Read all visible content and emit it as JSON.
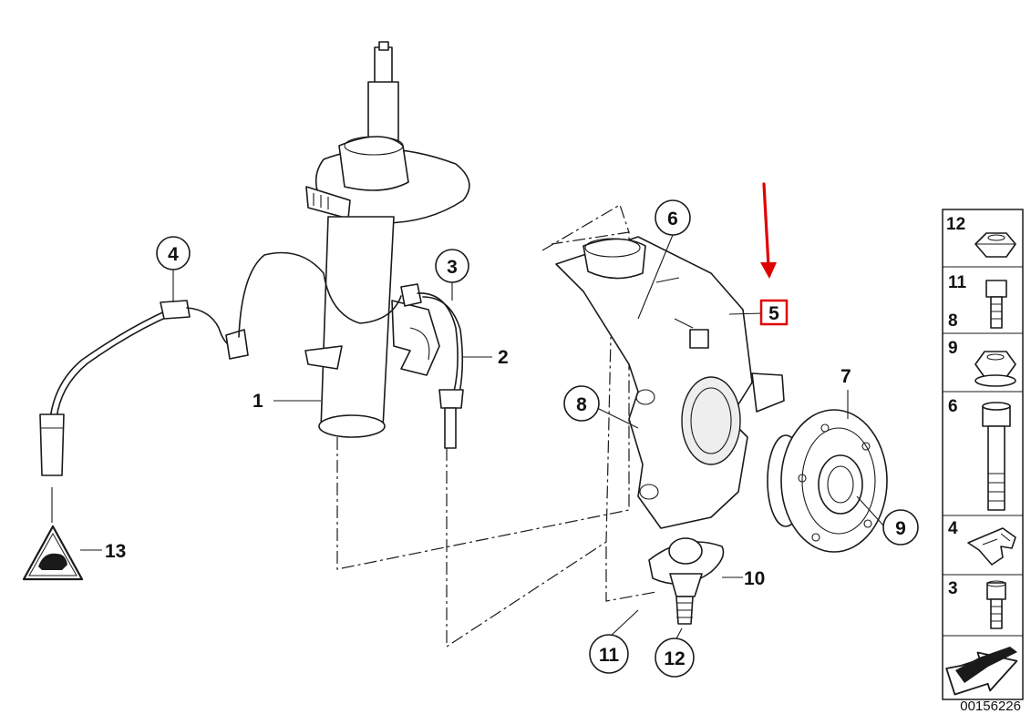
{
  "callouts": {
    "c1": "1",
    "c2": "2",
    "c3": "3",
    "c4": "4",
    "c5": "5",
    "c6": "6",
    "c7": "7",
    "c8": "8",
    "c9": "9",
    "c10": "10",
    "c11": "11",
    "c12": "12",
    "c13": "13"
  },
  "parts_panel": {
    "items": [
      {
        "labels": [
          "12"
        ],
        "icon": "lock-nut-icon"
      },
      {
        "labels": [
          "11",
          "8"
        ],
        "icon": "short-bolt-icon"
      },
      {
        "labels": [
          "9"
        ],
        "icon": "collar-nut-icon"
      },
      {
        "labels": [
          "6"
        ],
        "icon": "long-bolt-icon"
      },
      {
        "labels": [
          "4"
        ],
        "icon": "bracket-clip-icon"
      },
      {
        "labels": [
          "3"
        ],
        "icon": "socket-screw-icon"
      },
      {
        "labels": [],
        "icon": "arrow-shape-icon"
      }
    ]
  },
  "reference_number": "00156226",
  "highlight_color": "#e00000"
}
